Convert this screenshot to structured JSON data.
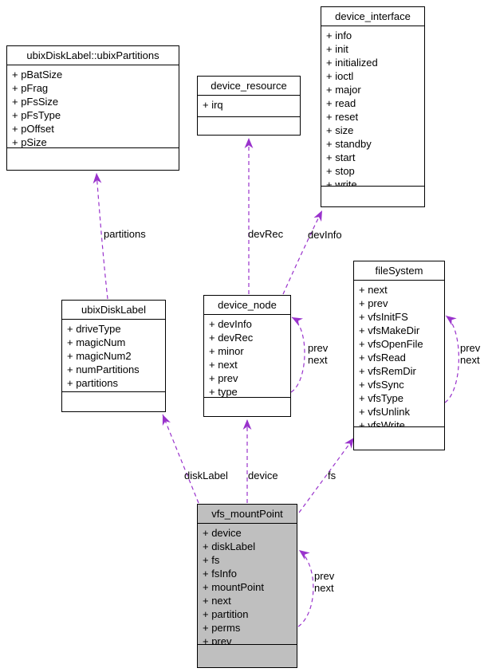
{
  "colors": {
    "edge": "#9932cc",
    "box_border": "#000000",
    "box_fill": "#ffffff",
    "highlight_fill": "#bfbfbf",
    "text": "#000000"
  },
  "classes": {
    "ubixPartitions": {
      "title": "ubixDiskLabel::ubixPartitions",
      "fields": [
        "+ pBatSize",
        "+ pFrag",
        "+ pFsSize",
        "+ pFsType",
        "+ pOffset",
        "+ pSize"
      ]
    },
    "device_resource": {
      "title": "device_resource",
      "fields": [
        "+ irq"
      ]
    },
    "device_interface": {
      "title": "device_interface",
      "fields": [
        "+ info",
        "+ init",
        "+ initialized",
        "+ ioctl",
        "+ major",
        "+ read",
        "+ reset",
        "+ size",
        "+ standby",
        "+ start",
        "+ stop",
        "+ write"
      ]
    },
    "ubixDiskLabel": {
      "title": "ubixDiskLabel",
      "fields": [
        "+ driveType",
        "+ magicNum",
        "+ magicNum2",
        "+ numPartitions",
        "+ partitions"
      ]
    },
    "device_node": {
      "title": "device_node",
      "fields": [
        "+ devInfo",
        "+ devRec",
        "+ minor",
        "+ next",
        "+ prev",
        "+ type"
      ]
    },
    "fileSystem": {
      "title": "fileSystem",
      "fields": [
        "+ next",
        "+ prev",
        "+ vfsInitFS",
        "+ vfsMakeDir",
        "+ vfsOpenFile",
        "+ vfsRead",
        "+ vfsRemDir",
        "+ vfsSync",
        "+ vfsType",
        "+ vfsUnlink",
        "+ vfsWrite"
      ]
    },
    "vfs_mountPoint": {
      "title": "vfs_mountPoint",
      "fields": [
        "+ device",
        "+ diskLabel",
        "+ fs",
        "+ fsInfo",
        "+ mountPoint",
        "+ next",
        "+ partition",
        "+ perms",
        "+ prev"
      ]
    }
  },
  "edge_labels": {
    "partitions": "partitions",
    "devRec": "devRec",
    "devInfo": "devInfo",
    "node_loop": "prev\nnext",
    "filesystem_loop": "prev\nnext",
    "diskLabel": "diskLabel",
    "device": "device",
    "fs": "fs",
    "mount_loop": "prev\nnext"
  }
}
